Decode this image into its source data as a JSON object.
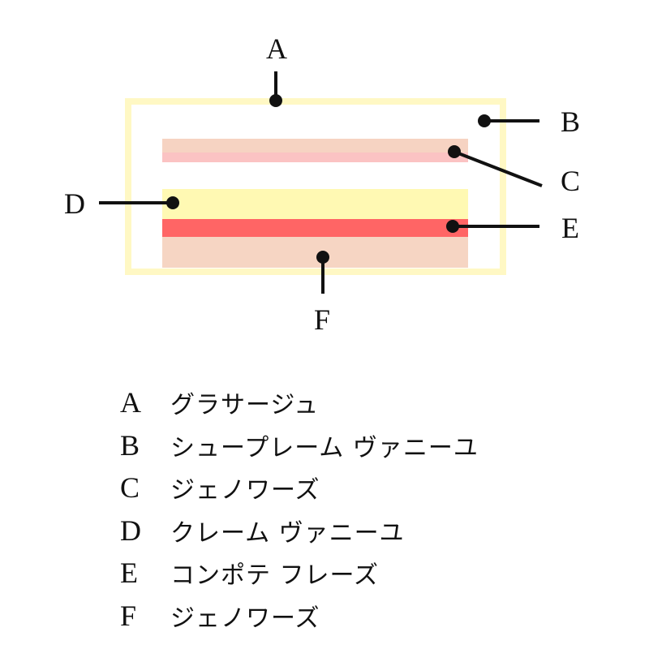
{
  "diagram": {
    "labels": [
      "A",
      "B",
      "C",
      "D",
      "E",
      "F"
    ],
    "colors": {
      "outer_frame": "#fff8c4",
      "layer_c_top": "#f6d3c2",
      "layer_c_bottom": "#fbc3c3",
      "layer_d": "#fff9b3",
      "layer_e": "#ff6565",
      "layer_f": "#f6d5c3"
    }
  },
  "legend": [
    {
      "letter": "A",
      "name": "グラサージュ"
    },
    {
      "letter": "B",
      "name": "シュープレーム ヴァニーユ"
    },
    {
      "letter": "C",
      "name": "ジェノワーズ"
    },
    {
      "letter": "D",
      "name": "クレーム ヴァニーユ"
    },
    {
      "letter": "E",
      "name": "コンポテ フレーズ"
    },
    {
      "letter": "F",
      "name": "ジェノワーズ"
    }
  ]
}
